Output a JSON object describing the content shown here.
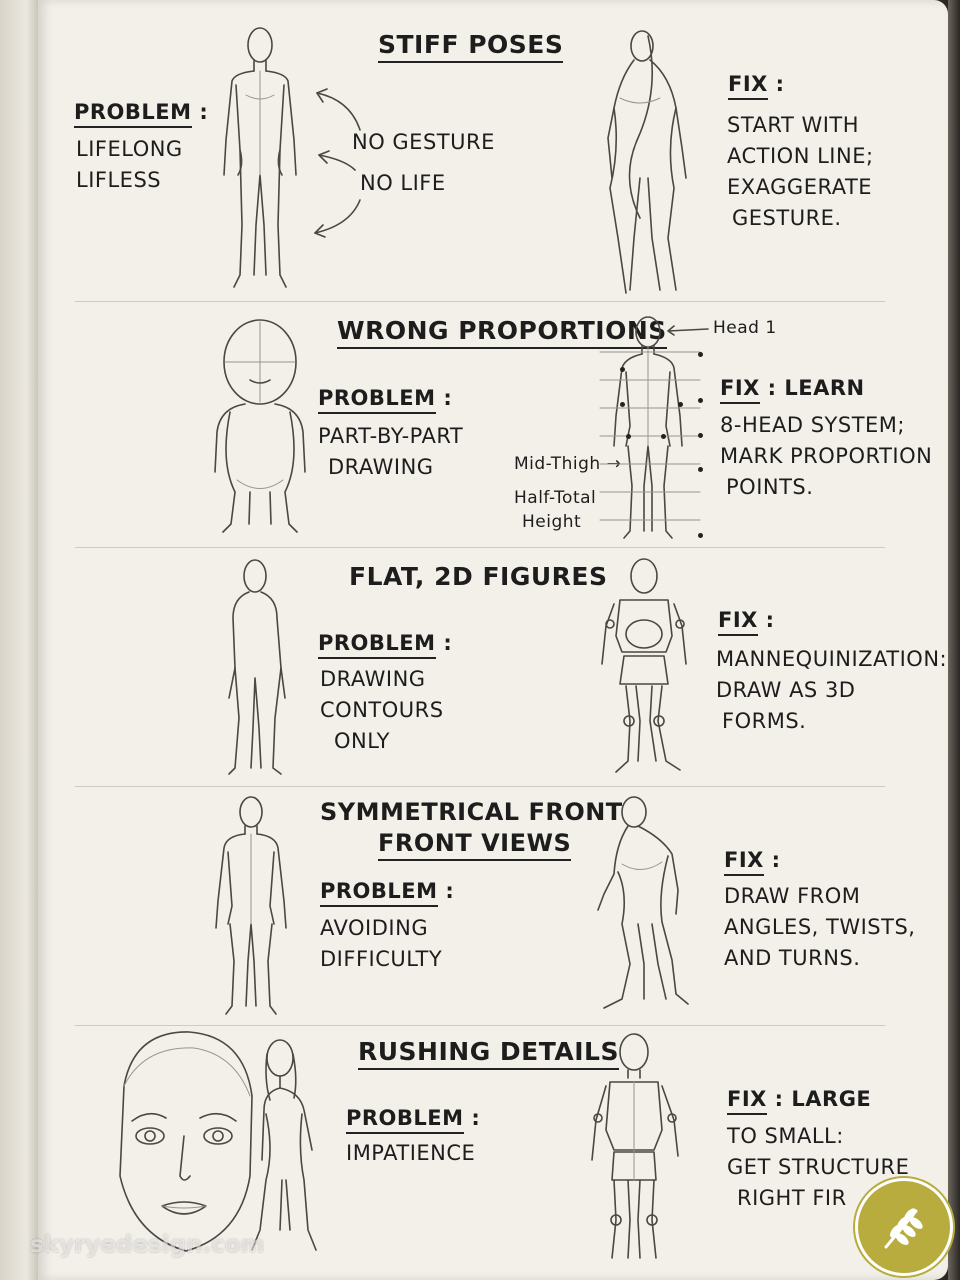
{
  "sections": [
    {
      "title": "STIFF POSES",
      "problem_label": "PROBLEM",
      "problem_lines": [
        "LIFELONG",
        "LIFLESS"
      ],
      "notes": [
        "NO GESTURE",
        "NO LIFE"
      ],
      "fix_label": "FIX",
      "fix_lines": [
        "START WITH",
        "ACTION LINE;",
        "EXAGGERATE",
        "GESTURE."
      ]
    },
    {
      "title": "WRONG PROPORTIONS",
      "problem_label": "PROBLEM",
      "problem_lines": [
        "PART-BY-PART",
        "DRAWING"
      ],
      "annotations": {
        "head": "Head 1",
        "mid_thigh": "Mid-Thigh",
        "half_total": "Half-Total",
        "height": "Height"
      },
      "fix_label": "FIX",
      "fix_first": "LEARN",
      "fix_lines": [
        "8-HEAD SYSTEM;",
        "MARK PROPORTION",
        "POINTS."
      ]
    },
    {
      "title": "FLAT, 2D FIGURES",
      "problem_label": "PROBLEM",
      "problem_lines": [
        "DRAWING",
        "CONTOURS",
        "ONLY"
      ],
      "fix_label": "FIX",
      "fix_lines": [
        "MANNEQUINIZATION:",
        "DRAW AS 3D",
        "FORMS."
      ]
    },
    {
      "title_lines": [
        "SYMMETRICAL FRONT",
        "FRONT VIEWS"
      ],
      "problem_label": "PROBLEM",
      "problem_lines": [
        "AVOIDING",
        "DIFFICULTY"
      ],
      "fix_label": "FIX",
      "fix_lines": [
        "DRAW FROM",
        "ANGLES, TWISTS,",
        "AND TURNS."
      ]
    },
    {
      "title": "RUSHING DETAILS",
      "problem_label": "PROBLEM",
      "problem_lines": [
        "IMPATIENCE"
      ],
      "fix_label": "FIX",
      "fix_first": "LARGE",
      "fix_lines": [
        "TO SMALL:",
        "GET STRUCTURE",
        "RIGHT FIR"
      ]
    }
  ],
  "watermark": "skyryedesign.com",
  "badge_icon": "wheat-icon",
  "colors": {
    "paper": "#f2f0e8",
    "ink": "#1d1d1d",
    "badge": "#b8ac3e"
  }
}
